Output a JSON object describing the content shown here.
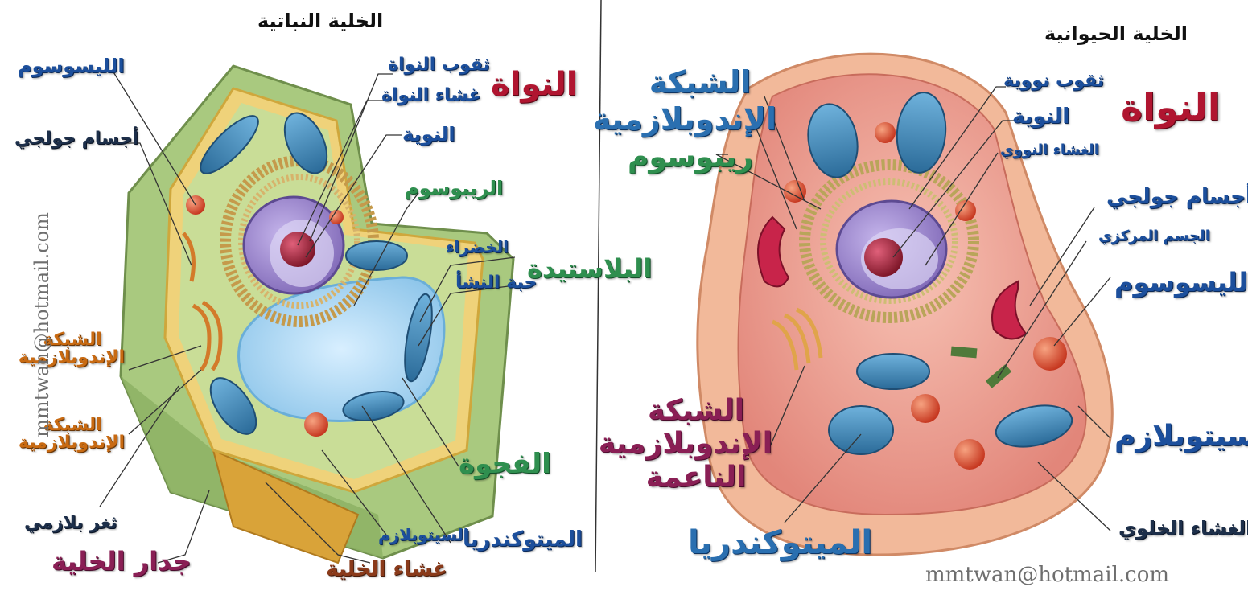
{
  "titles": {
    "plant": "الخلية النباتية",
    "animal": "الخلية الحيوانية"
  },
  "plant_labels": {
    "lysosome": "الليسوسوم",
    "golgi": "أجسام جولجي",
    "nucleus": "النواة",
    "nuclear_pores": "ثقوب النواة",
    "nuclear_membrane": "غشاء النواة",
    "nucleolus": "النوية",
    "ribosome": "الريبوسوم",
    "plastids": "البلاستيدة",
    "chloroplast": "الخضراء",
    "starch_grain": "حبة النشأ",
    "rough_er": "الشبكة الإندوبلازمية",
    "smooth_er": "الشبكة الإندوبلازمية",
    "vacuole": "الفجوة",
    "plasmodesma": "ثغر بلازمي",
    "cytoplasm": "السيتوبلازم",
    "mitochondria": "الميتوكندريا",
    "cell_wall": "جدار الخلية",
    "cell_membrane": "غشاء الخلية"
  },
  "animal_labels": {
    "rough_er": "الشبكة الإندوبلازمية",
    "ribosome": "ريبوسوم",
    "nucleus": "النواة",
    "nuclear_pores": "ثقوب نووية",
    "nucleolus": "النوية",
    "nuclear_membrane": "الغشاء النووي",
    "golgi": "أجسام جولجي",
    "centrosome": "الجسم المركزي",
    "lysosome": "الليسوسوم",
    "smooth_er": "الشبكة الإندوبلازمية الناعمة",
    "cytoplasm": "السيتوبلازم",
    "mitochondria": "الميتوكندريا",
    "cell_membrane": "الغشاء الخلوي"
  },
  "watermarks": {
    "left": "mmtwan@hotmail.com",
    "right": "mmtwan@hotmail.com"
  },
  "colors": {
    "plant_wall": "#a9c97f",
    "plant_inner": "#e8b65a",
    "vacuole": "#bfe1f5",
    "animal_body": "#f2b99a",
    "animal_inside": "#f0a59a",
    "mitochondria": "#3f87b8",
    "nucleus": "#a48dd1",
    "nucleolus": "#c0354a"
  }
}
